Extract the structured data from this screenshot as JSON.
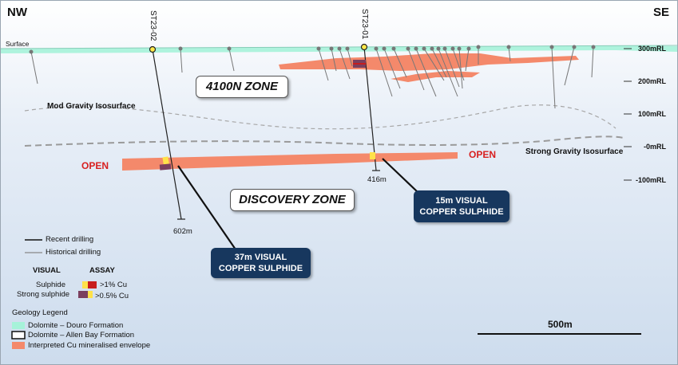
{
  "header": {
    "left": "NW",
    "right": "SE"
  },
  "surface_label": "Surface",
  "elevations": [
    "300mRL",
    "200mRL",
    "100mRL",
    "-0mRL",
    "-100mRL"
  ],
  "zones": {
    "upper": "4100N ZONE",
    "discovery": "DISCOVERY ZONE"
  },
  "isosurfaces": {
    "mod": "Mod Gravity Isosurface",
    "strong": "Strong Gravity Isosurface"
  },
  "open_labels": [
    "OPEN",
    "OPEN"
  ],
  "holes": [
    {
      "name": "ST23-02",
      "depth": "602m"
    },
    {
      "name": "ST23-01",
      "depth": "416m"
    }
  ],
  "callouts": [
    {
      "line1": "37m VISUAL",
      "line2": "COPPER SULPHIDE"
    },
    {
      "line1": "15m VISUAL",
      "line2": "COPPER SULPHIDE"
    }
  ],
  "legend": {
    "drilling": {
      "recent": "Recent drilling",
      "historical": "Historical drilling"
    },
    "headers": {
      "visual": "VISUAL",
      "assay": "ASSAY"
    },
    "visual": {
      "sulphide": "Sulphide",
      "strong": "Strong sulphide"
    },
    "assay": {
      "high": ">1% Cu",
      "low": ">0.5% Cu"
    },
    "geology_title": "Geology Legend",
    "geology": [
      {
        "label": "Dolomite – Douro Formation",
        "color": "#a6f2d9"
      },
      {
        "label": "Dolomite – Allen Bay Formation",
        "color": "#ffffff"
      },
      {
        "label": "Interpreted Cu mineralised envelope",
        "color": "#f4896b"
      }
    ]
  },
  "scale_bar": "500m",
  "colors": {
    "mineral": "#f4896b",
    "sulphide": "#ffe24a",
    "strong_sulphide": "#7b3f5e",
    "assay_high": "#c81d1d",
    "callout": "#17375e",
    "open": "#d81f1f"
  }
}
